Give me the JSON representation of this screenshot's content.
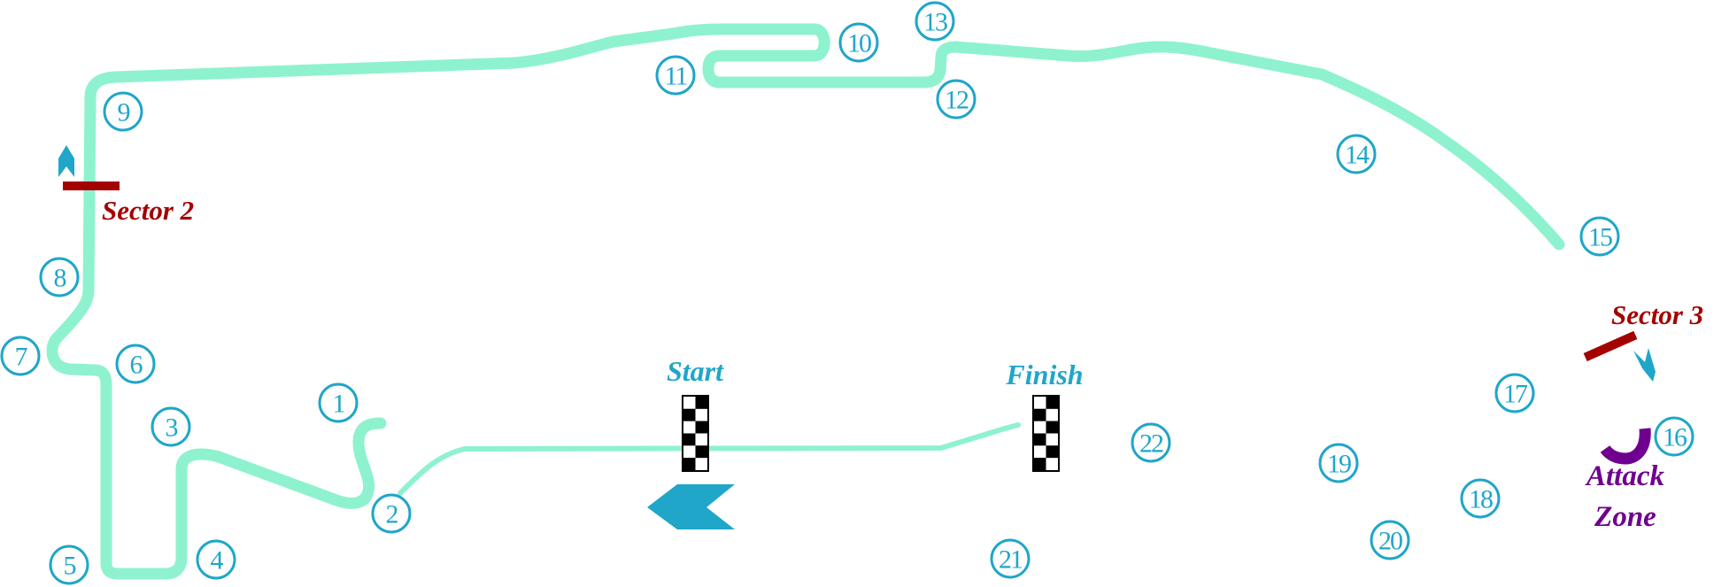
{
  "map": {
    "type": "race-circuit-layout",
    "colors": {
      "track": "#8ef2cf",
      "turn_marker": "#1fa6c9",
      "sector_marker": "#a50000",
      "attack_zone": "#6f008f",
      "direction_arrow": "#1fa6c9"
    },
    "labels": {
      "start": "Start",
      "finish": "Finish",
      "sector2": "Sector 2",
      "sector3": "Sector 3",
      "attack_zone_line1": "Attack",
      "attack_zone_line2": "Zone"
    },
    "turns": [
      "1",
      "2",
      "3",
      "4",
      "5",
      "6",
      "7",
      "8",
      "9",
      "10",
      "11",
      "12",
      "13",
      "14",
      "15",
      "16",
      "17",
      "18",
      "19",
      "20",
      "21",
      "22"
    ],
    "icons": {
      "start_flag": "checkered-flag-icon",
      "finish_flag": "checkered-flag-icon",
      "direction": "chevron-arrow-icon"
    }
  }
}
